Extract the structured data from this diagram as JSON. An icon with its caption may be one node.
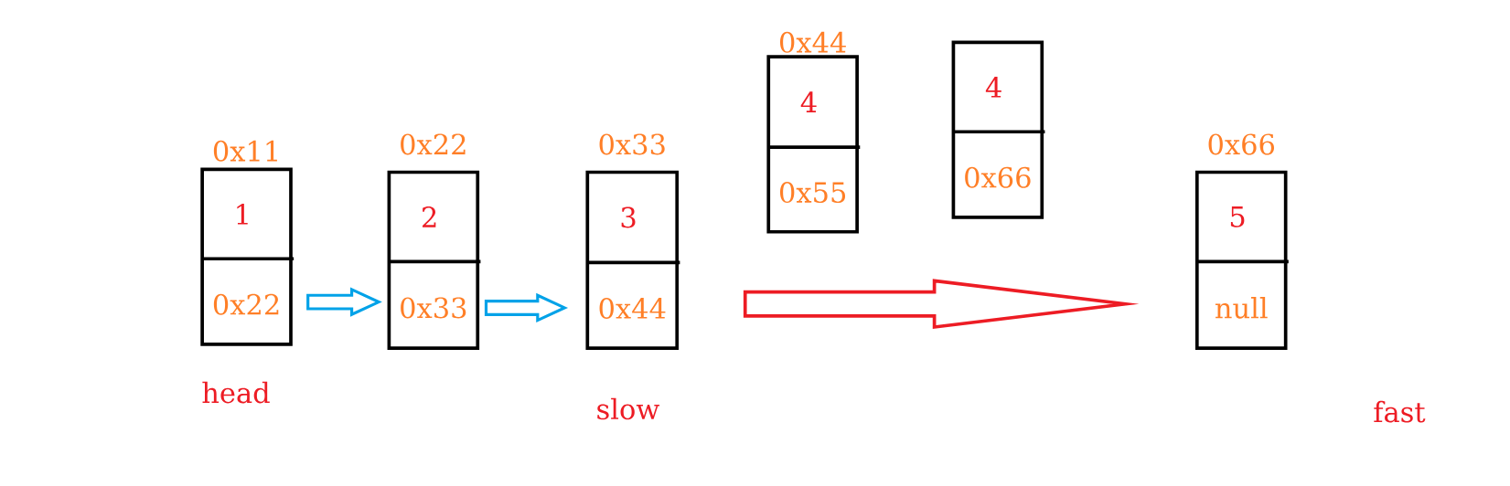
{
  "diagram": {
    "nodes": [
      {
        "text": [
          "0x11",
          "1",
          "0x22"
        ]
      },
      {
        "text": [
          "0x22",
          "2",
          "0x33"
        ]
      },
      {
        "text": [
          "0x33",
          "3",
          "0x44"
        ]
      },
      {
        "text": [
          "0x44",
          "4",
          "0x55"
        ]
      },
      {
        "text": [
          "4",
          "0x66"
        ]
      },
      {
        "text": [
          "0x66",
          "5",
          "null"
        ]
      }
    ],
    "edges": [
      {
        "from": 0,
        "to": 1,
        "arrow": "to"
      },
      {
        "from": 1,
        "to": 2,
        "arrow": "to"
      },
      {
        "from": 2,
        "to": 5,
        "arrow": "to",
        "color": "#ed1c24"
      }
    ],
    "labels": [
      "head",
      "slow",
      "fast"
    ]
  }
}
